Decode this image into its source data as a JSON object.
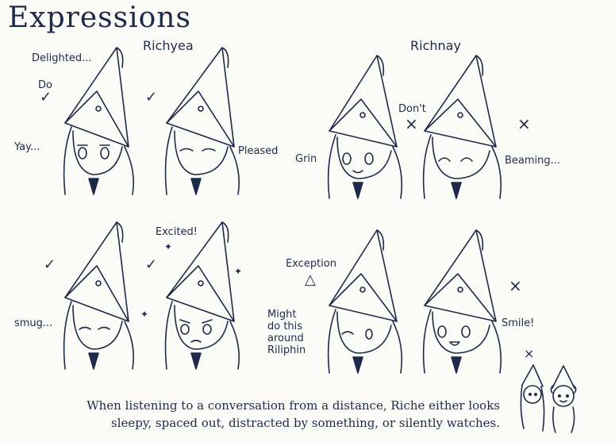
{
  "title": "Expressions",
  "groups": {
    "richyea": "Richyea",
    "richnay": "Richnay"
  },
  "labels": {
    "delighted": "Delighted...",
    "do": "Do",
    "yay": "Yay...",
    "pleased": "Pleased",
    "dont": "Don't",
    "grin": "Grin",
    "beaming": "Beaming...",
    "excited": "Excited!",
    "smug": "smug...",
    "exception": "Exception",
    "might1": "Might",
    "might2": "do this",
    "might3": "around",
    "might4": "Riliphin",
    "smile": "Smile!"
  },
  "marks": {
    "check": "✓",
    "cross": "×",
    "triangle": "△",
    "sparkle": "✦"
  },
  "caption": {
    "line1": "When listening to a conversation from a distance, Riche either looks",
    "line2": "sleepy, spaced out, distracted by something, or silently watches."
  }
}
